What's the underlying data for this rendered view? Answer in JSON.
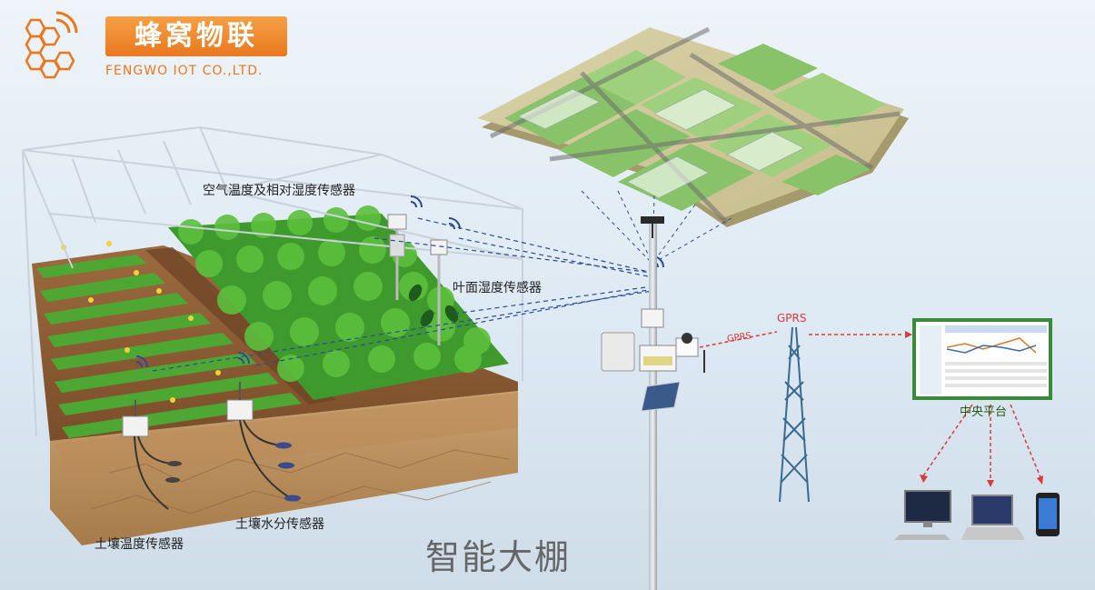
{
  "brand": {
    "name_cn": "蜂窝物联",
    "name_en": "FENGWO IOT  CO.,LTD."
  },
  "labels": {
    "air_sensor": "空气温度及相对湿度传感器",
    "leaf_sensor": "叶面湿度传感器",
    "soil_temp_sensor": "土壤温度传感器",
    "soil_moisture_sensor": "土壤水分传感器",
    "gprs": "GPRS",
    "gprs_link": "GPRS",
    "platform": "中央平台",
    "main_title": "智能大棚"
  },
  "colors": {
    "brand_orange": "#e9781f",
    "link_blue": "#2b4a9c",
    "gprs_red": "#d93a3a",
    "soil_brown": "#8a5a34",
    "crop_green": "#3f9a2e"
  }
}
